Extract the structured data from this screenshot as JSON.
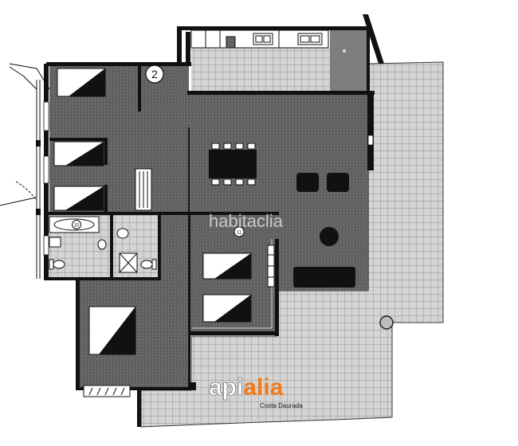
{
  "plan": {
    "level_marker": "2",
    "room_markers": [
      "10",
      "11"
    ]
  },
  "watermark": {
    "text": "habitaclia"
  },
  "logo": {
    "part1": "api",
    "part2": "alia",
    "tagline": "Costa Daurada"
  },
  "colors": {
    "wall": "#111111",
    "room": "#646464",
    "pantry": "#7e7e7e",
    "tile": "#d4d4d4",
    "tile_line": "#7a7a7a",
    "watermark": "#ececec",
    "accent": "#ef7b1c"
  }
}
